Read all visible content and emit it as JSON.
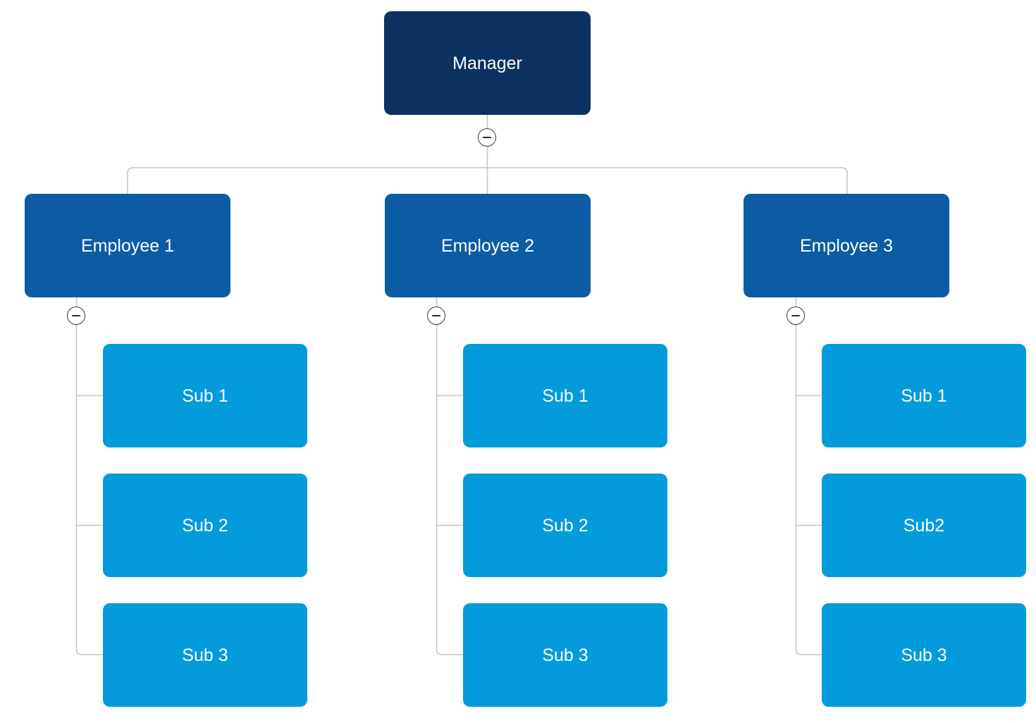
{
  "diagram": {
    "type": "org-chart",
    "orientation": "top-down-with-vertical-leaf-lists",
    "background_color": "#ffffff",
    "connector_color": "#c6c6c6",
    "levels": [
      {
        "level": 0,
        "name": "root",
        "fill_color": "#0B3160",
        "text_color": "#ffffff"
      },
      {
        "level": 1,
        "name": "branch",
        "fill_color": "#0B5CA5",
        "text_color": "#ffffff"
      },
      {
        "level": 2,
        "name": "leaf",
        "fill_color": "#049BDC",
        "text_color": "#ffffff"
      }
    ]
  },
  "toggles": {
    "icon": "minus-circle-icon",
    "state": "expanded",
    "glyph": "−",
    "root_toggle_label": "Collapse Manager",
    "branch_toggle_labels": [
      "Collapse Employee 1",
      "Collapse Employee 2",
      "Collapse Employee 3"
    ]
  },
  "root": {
    "label": "Manager"
  },
  "branches": [
    {
      "label": "Employee 1",
      "children": [
        {
          "label": "Sub 1"
        },
        {
          "label": "Sub 2"
        },
        {
          "label": "Sub 3"
        }
      ]
    },
    {
      "label": "Employee 2",
      "children": [
        {
          "label": "Sub 1"
        },
        {
          "label": "Sub 2"
        },
        {
          "label": "Sub 3"
        }
      ]
    },
    {
      "label": "Employee 3",
      "children": [
        {
          "label": "Sub 1"
        },
        {
          "label": "Sub2"
        },
        {
          "label": "Sub 3"
        }
      ]
    }
  ]
}
